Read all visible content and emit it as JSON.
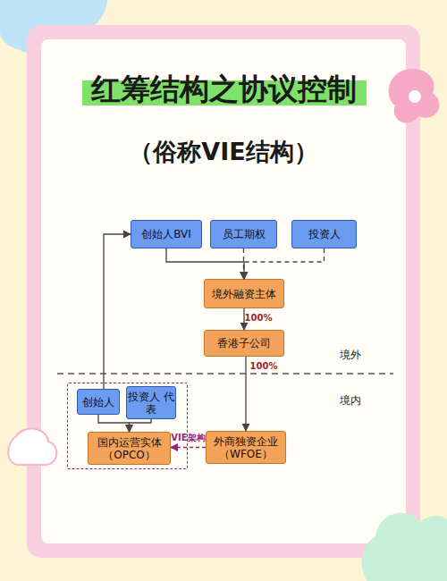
{
  "diagram": {
    "title": "红筹结构之协议控制",
    "nodes": [
      {
        "text": [
          "创始人BVI"
        ]
      },
      {
        "text": [
          "员工期权"
        ]
      },
      {
        "text": [
          "投资人"
        ]
      },
      {
        "text": [
          "境外融资主体"
        ]
      },
      {
        "text": [
          "香港子公司"
        ]
      },
      {
        "text": []
      },
      {
        "text": [
          "创始人"
        ],
        "in": 5
      },
      {
        "text": [
          "投资人 代表"
        ],
        "in": 5
      },
      {
        "text": [
          "国内运营实体 （OPCO）"
        ],
        "in": 5
      },
      {
        "text": [
          "外商独资企业 （WFOE）"
        ]
      }
    ],
    "edges": [
      {
        "from": 0,
        "to": 3,
        "arrow": "to"
      },
      {
        "from": 1,
        "to": 3,
        "arrow": "to"
      },
      {
        "from": 2,
        "to": 3,
        "arrow": "to"
      },
      {
        "from": 3,
        "to": 4,
        "label": "100%",
        "arrow": "to"
      },
      {
        "from": 4,
        "to": 9,
        "label": "100%",
        "arrow": "to"
      },
      {
        "from": 6,
        "to": 0,
        "arrow": "to"
      },
      {
        "from": 6,
        "to": 8,
        "arrow": "to"
      },
      {
        "from": 7,
        "to": 8,
        "arrow": "to"
      },
      {
        "from": 9,
        "to": 8,
        "label": "VIE架构",
        "arrow": "to"
      }
    ],
    "labels": [
      "（俗称VIE结构）",
      "境外",
      "境内"
    ]
  }
}
